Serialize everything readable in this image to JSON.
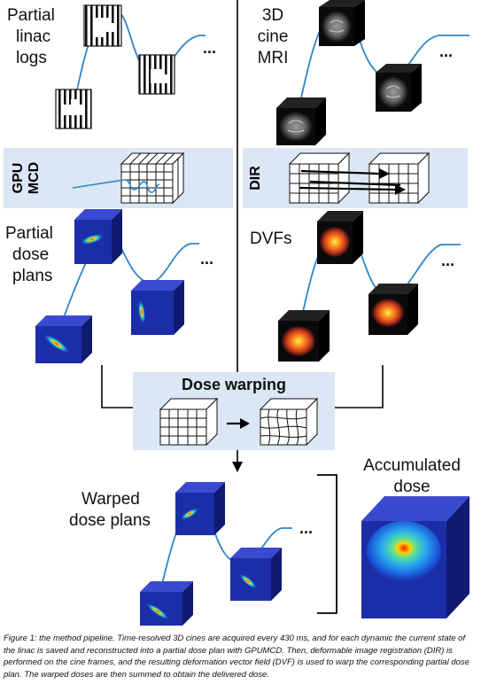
{
  "labels": {
    "partial_linac_logs": [
      "Partial",
      "linac",
      "logs"
    ],
    "cine_mri": [
      "3D cine",
      "MRI"
    ],
    "gpu_mcd": [
      "GPU",
      "MCD"
    ],
    "dir": "DIR",
    "partial_dose_plans": [
      "Partial",
      "dose",
      "plans"
    ],
    "dvfs": "DVFs",
    "dose_warping": "Dose warping",
    "warped_dose_plans": [
      "Warped",
      "dose plans"
    ],
    "accumulated_dose": [
      "Accumulated",
      "dose"
    ],
    "ellipsis": "..."
  },
  "caption": "Figure 1: the method pipeline. Time-resolved 3D cines are acquired every 430 ms, and for each dynamic the current state of the linac is saved and reconstructed into a partial dose plan with GPUMCD. Then, deformable image registration (DIR) is performed on the cine frames, and the resulting deformation vector field (DVF) is used to warp the corresponding partial dose plan. The warped doses are then summed to obtain the delivered dose.",
  "colors": {
    "panel_fill": "#dbe7f4",
    "curve": "#2e86c9",
    "cube_front": "#1b2ea8",
    "cube_top": "#3a4ad0",
    "cube_side": "#0f1a70",
    "mri_black": "#0a0a0a"
  }
}
